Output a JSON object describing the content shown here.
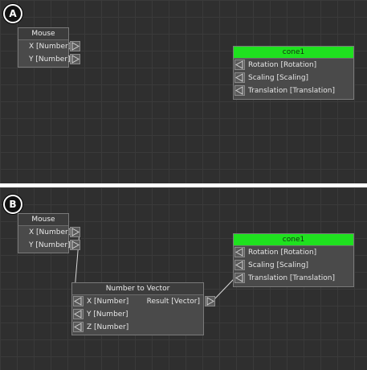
{
  "panels": [
    {
      "badge": "A",
      "mouse_node": {
        "title": "Mouse",
        "outputs": [
          "X [Number]",
          "Y [Number]"
        ]
      },
      "cone_node": {
        "title": "cone1",
        "inputs": [
          "Rotation [Rotation]",
          "Scaling [Scaling]",
          "Translation [Translation]"
        ]
      }
    },
    {
      "badge": "B",
      "mouse_node": {
        "title": "Mouse",
        "outputs": [
          "X [Number]",
          "Y [Number]"
        ]
      },
      "converter_node": {
        "title": "Number to Vector",
        "inputs": [
          "X [Number]",
          "Y [Number]",
          "Z [Number]"
        ],
        "output": "Result [Vector]"
      },
      "cone_node": {
        "title": "cone1",
        "inputs": [
          "Rotation [Rotation]",
          "Scaling [Scaling]",
          "Translation [Translation]"
        ]
      }
    }
  ],
  "colors": {
    "canvas": "#2f2f2f",
    "grid": "#3a3a3a",
    "node_body": "#4a4a4a",
    "active_title": "#1fe11f",
    "wire": "#d8d8d8"
  }
}
